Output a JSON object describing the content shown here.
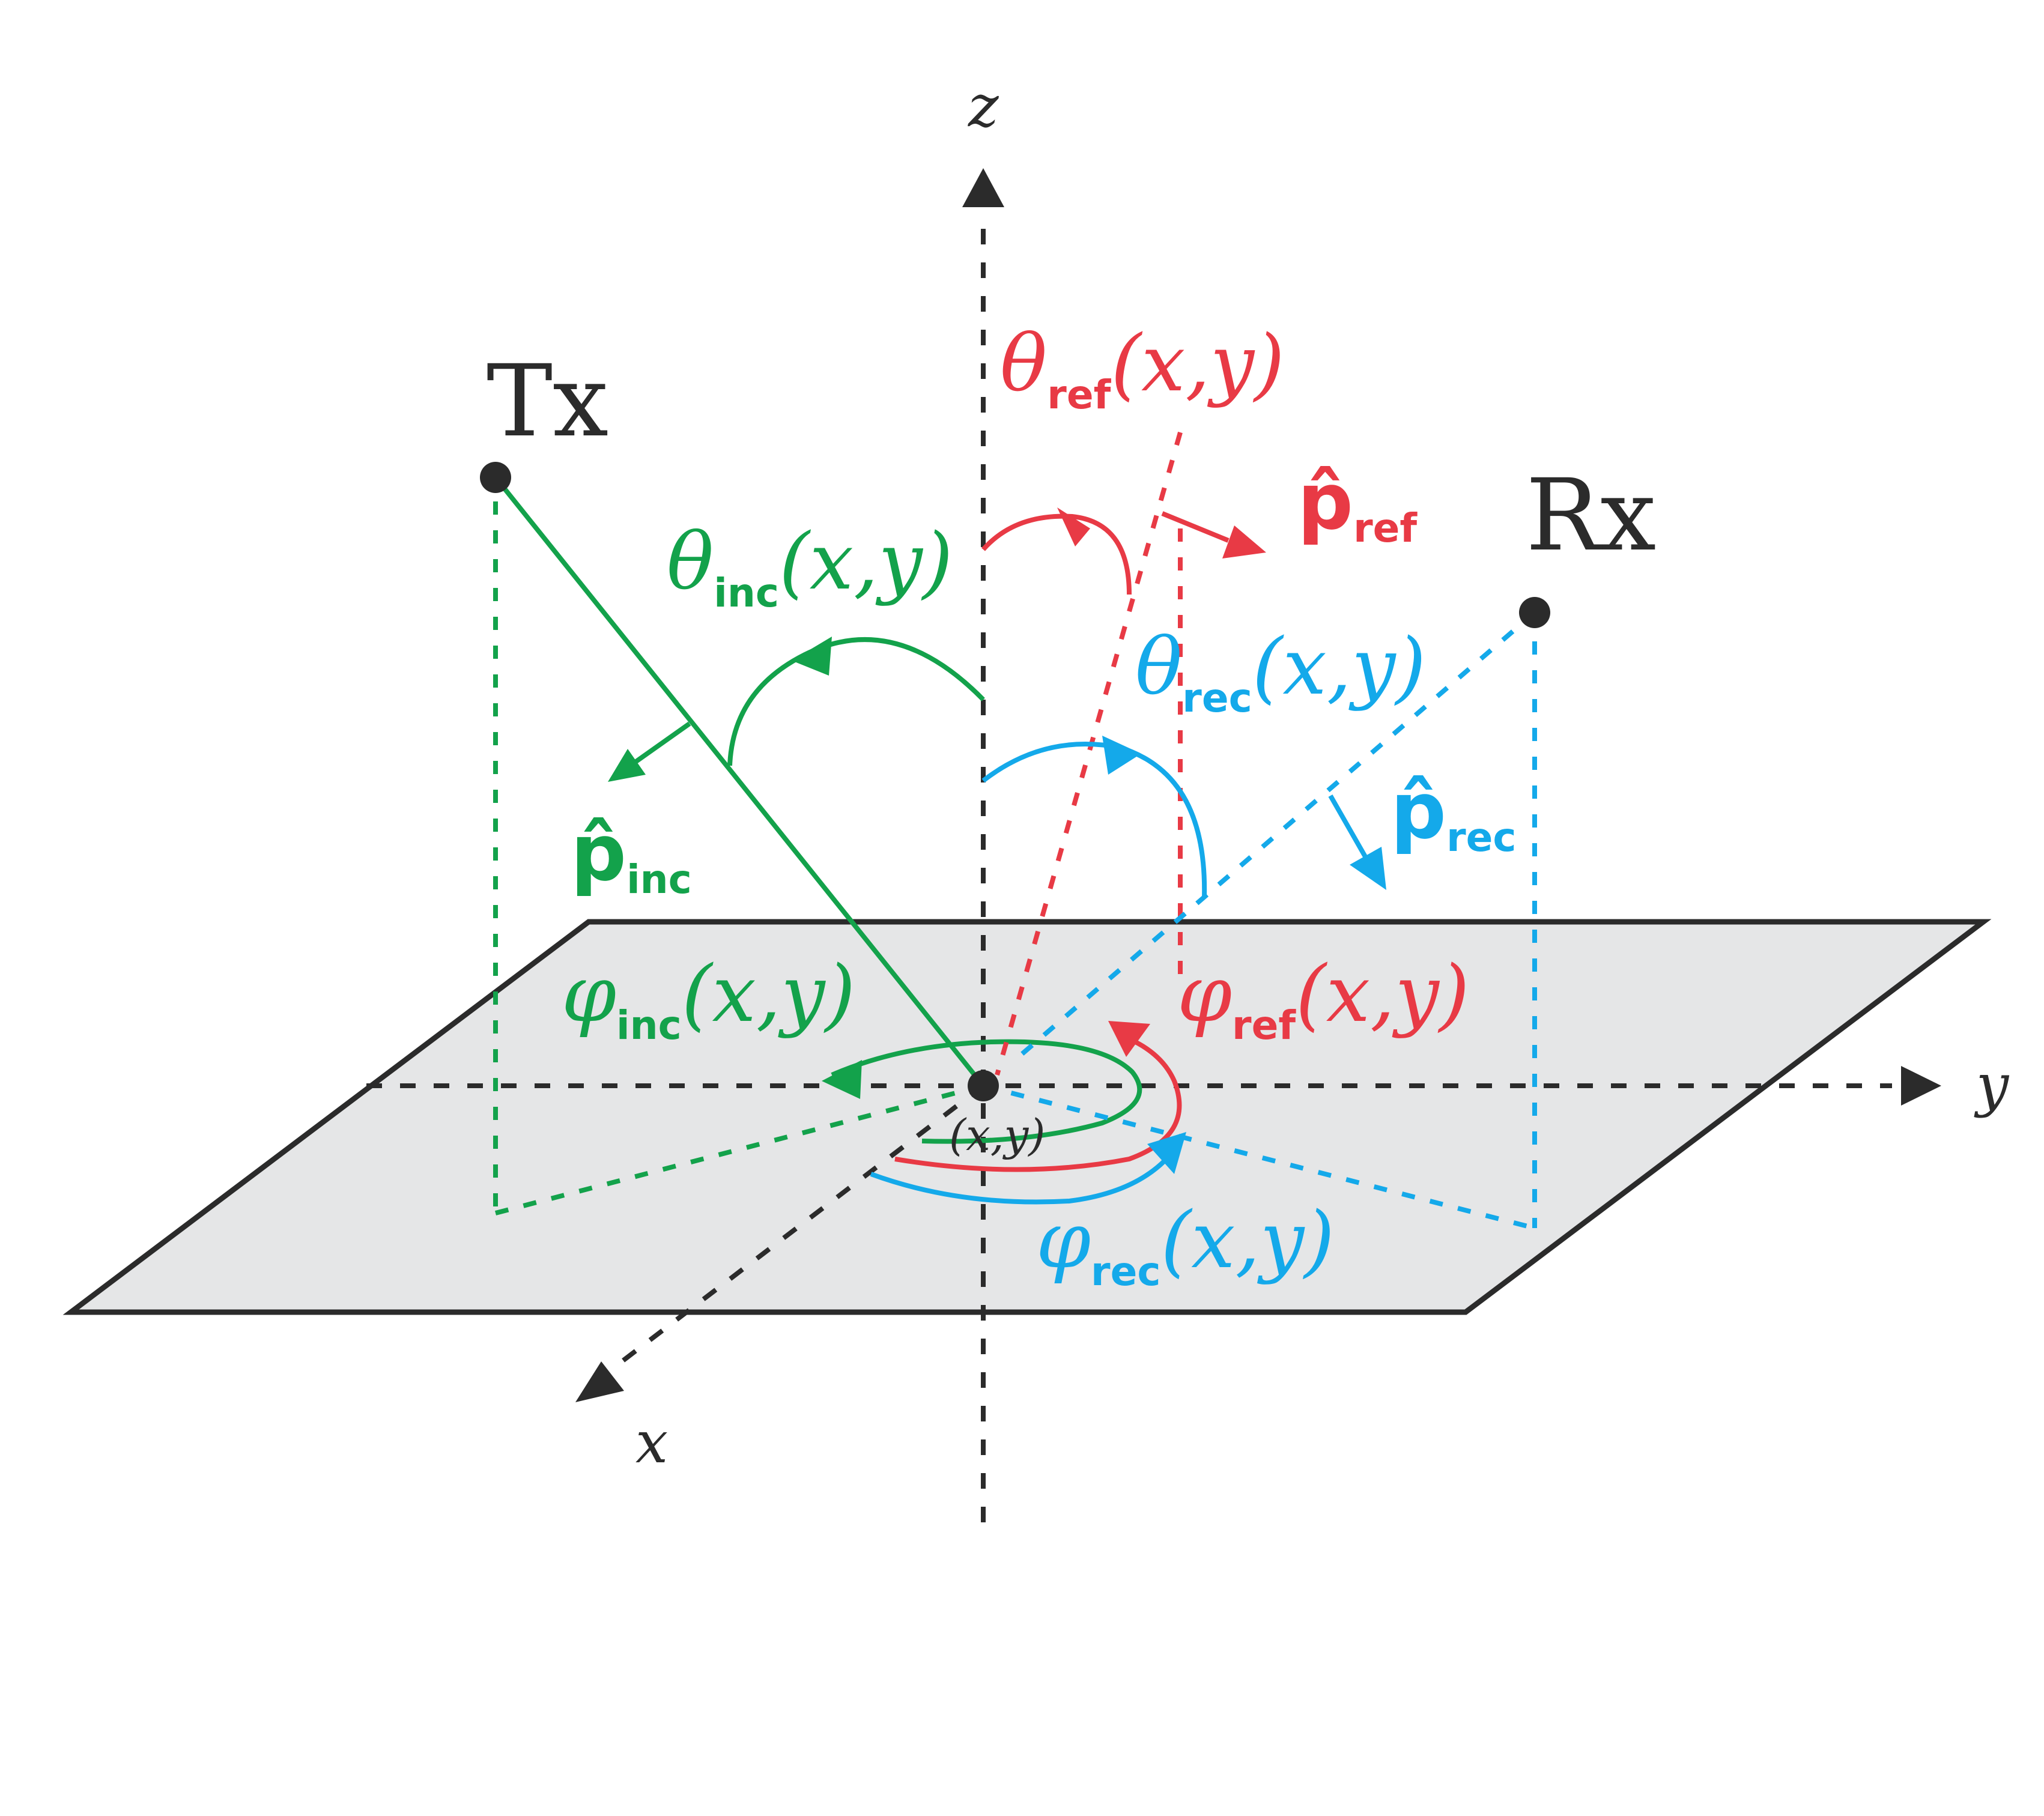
{
  "colors": {
    "dark": "#2b2b2b",
    "green": "#13a24b",
    "red": "#e83a45",
    "blue": "#14a9ea",
    "plane_fill": "#e5e6e7"
  },
  "axes": {
    "x": "x",
    "y": "y",
    "z": "z"
  },
  "nodes": {
    "tx": "Tx",
    "rx": "Rx",
    "origin": "(x,y)"
  },
  "labels": {
    "theta_ref": {
      "sym": "θ",
      "sub": "ref",
      "arg": "(x,y)"
    },
    "theta_inc": {
      "sym": "θ",
      "sub": "inc",
      "arg": "(x,y)"
    },
    "theta_rec": {
      "sym": "θ",
      "sub": "rec",
      "arg": "(x,y)"
    },
    "phi_inc": {
      "sym": "φ",
      "sub": "inc",
      "arg": "(x,y)"
    },
    "phi_ref": {
      "sym": "φ",
      "sub": "ref",
      "arg": "(x,y)"
    },
    "phi_rec": {
      "sym": "φ",
      "sub": "rec",
      "arg": "(x,y)"
    },
    "p_ref": {
      "sym": "p̂",
      "sub": "ref"
    },
    "p_inc": {
      "sym": "p̂",
      "sub": "inc"
    },
    "p_rec": {
      "sym": "p̂",
      "sub": "rec"
    }
  }
}
